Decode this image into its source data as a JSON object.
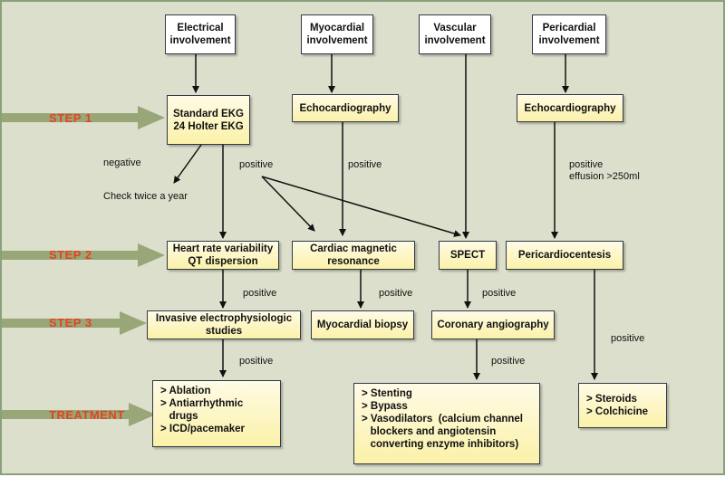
{
  "steps": {
    "step1": "STEP 1",
    "step2": "STEP 2",
    "step3": "STEP 3",
    "treatment": "TREATMENT"
  },
  "header_boxes": {
    "electrical": [
      "Electrical",
      "involvement"
    ],
    "myocardial": [
      "Myocardial",
      "involvement"
    ],
    "vascular": [
      "Vascular",
      "involvement"
    ],
    "pericardial": [
      "Pericardial",
      "involvement"
    ]
  },
  "step1_boxes": {
    "ekg": [
      "Standard  EKG",
      "24 Holter EKG"
    ],
    "echo_myo": "Echocardiography",
    "echo_peri": "Echocardiography"
  },
  "step2_boxes": {
    "hrv": [
      "Heart rate variability",
      "QT dispersion"
    ],
    "cmr": [
      "Cardiac magnetic",
      "resonance"
    ],
    "spect": "SPECT",
    "pericardiocentesis": "Pericardiocentesis"
  },
  "step3_boxes": {
    "eps": [
      "Invasive electrophysiologic",
      "studies"
    ],
    "biopsy": "Myocardial  biopsy",
    "angiography": "Coronary angiography"
  },
  "treatment_boxes": {
    "electrical": [
      "> Ablation",
      "> Antiarrhythmic",
      "   drugs",
      "> ICD/pacemaker"
    ],
    "vascular": [
      "> Stenting",
      "> Bypass",
      "> Vasodilators  (calcium channel",
      "   blockers and angiotensin",
      "   converting enzyme inhibitors)"
    ],
    "pericardial": [
      "> Steroids",
      "> Colchicine"
    ]
  },
  "labels": {
    "negative": "negative",
    "check": "Check twice a year",
    "positive": "positive",
    "effusion": [
      "positive",
      "effusion >250ml"
    ]
  },
  "colors": {
    "background": "#dcdfcb",
    "step_text": "#e2441f",
    "step_arrow": "#98a678",
    "box_fill": "#fbf1a8"
  }
}
